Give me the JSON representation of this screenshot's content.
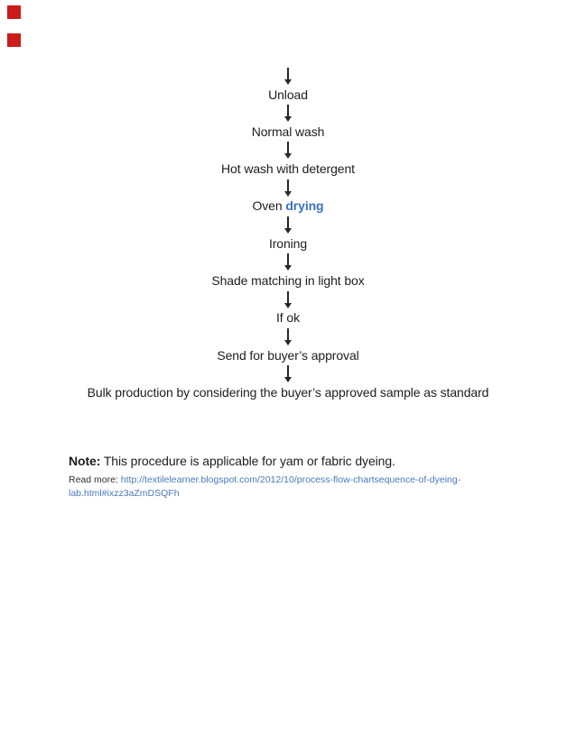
{
  "document": {
    "flowchart": {
      "arrow_icon": "down-arrow",
      "steps": [
        {
          "text": "Unload"
        },
        {
          "text": "Normal wash"
        },
        {
          "text": "Hot wash with detergent"
        },
        {
          "prefix": "Oven ",
          "link": "drying"
        },
        {
          "text": "Ironing"
        },
        {
          "text": "Shade matching in light box"
        },
        {
          "text": "If ok"
        },
        {
          "text": "Send for buyer’s approval"
        },
        {
          "text": "Bulk production by considering the buyer’s approved sample as standard"
        }
      ]
    },
    "note": {
      "label": "Note:",
      "text": " This procedure is applicable for yam or fabric dyeing."
    },
    "read_more": {
      "label": "Read more: ",
      "url_line_1": "http://textilelearner.blogspot.com/2012/10/process-flow-chartsequence-of-dyeing-",
      "url_line_2": "lab.html#ixzz3aZmDSQFh"
    }
  },
  "markers": {
    "top_left_squares": 2,
    "icon": "red-square-marker"
  },
  "colors": {
    "background": "#ffffff",
    "text": "#1d1d1d",
    "arrow": "#282828",
    "drying_link": "#3b70c4",
    "url_link": "#4a78bf",
    "marker_red": "#cc1b1b"
  }
}
